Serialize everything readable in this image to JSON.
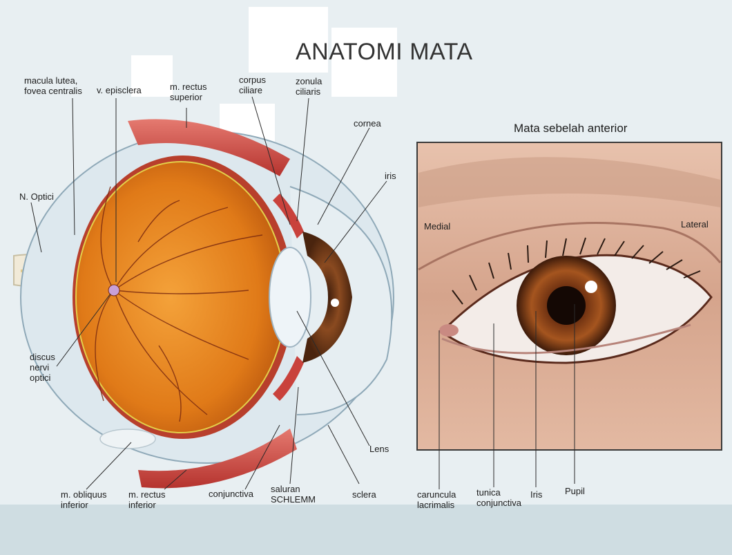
{
  "title": "ANATOMI MATA",
  "anterior_title": "Mata sebelah anterior",
  "labels": {
    "macula": "macula lutea,\nfovea centralis",
    "episclera": "v. episclera",
    "rectus_superior": "m. rectus\nsuperior",
    "corpus_ciliare": "corpus\nciliare",
    "zonula_ciliaris": "zonula\nciliaris",
    "cornea": "cornea",
    "iris_side": "iris",
    "n_optici": "N. Optici",
    "discus": "discus\nnervi\noptici",
    "lens": "Lens",
    "obliquus_inferior": "m. obliquus\ninferior",
    "rectus_inferior": "m. rectus\ninferior",
    "conjunctiva": "conjunctiva",
    "saluran": "saluran\nSCHLEMM",
    "sclera": "sclera",
    "medial": "Medial",
    "lateral": "Lateral",
    "caruncula": "caruncula\nlacrimalis",
    "tunica": "tunica\nconjunctiva",
    "iris_front": "Iris",
    "pupil": "Pupil"
  },
  "colors": {
    "watermark": "#b9cdd6",
    "retina": "#e8841e",
    "sclera": "#dde8ee",
    "muscle": "#c9423c",
    "iris": "#7a3f1c",
    "skin": "#d9a890"
  }
}
